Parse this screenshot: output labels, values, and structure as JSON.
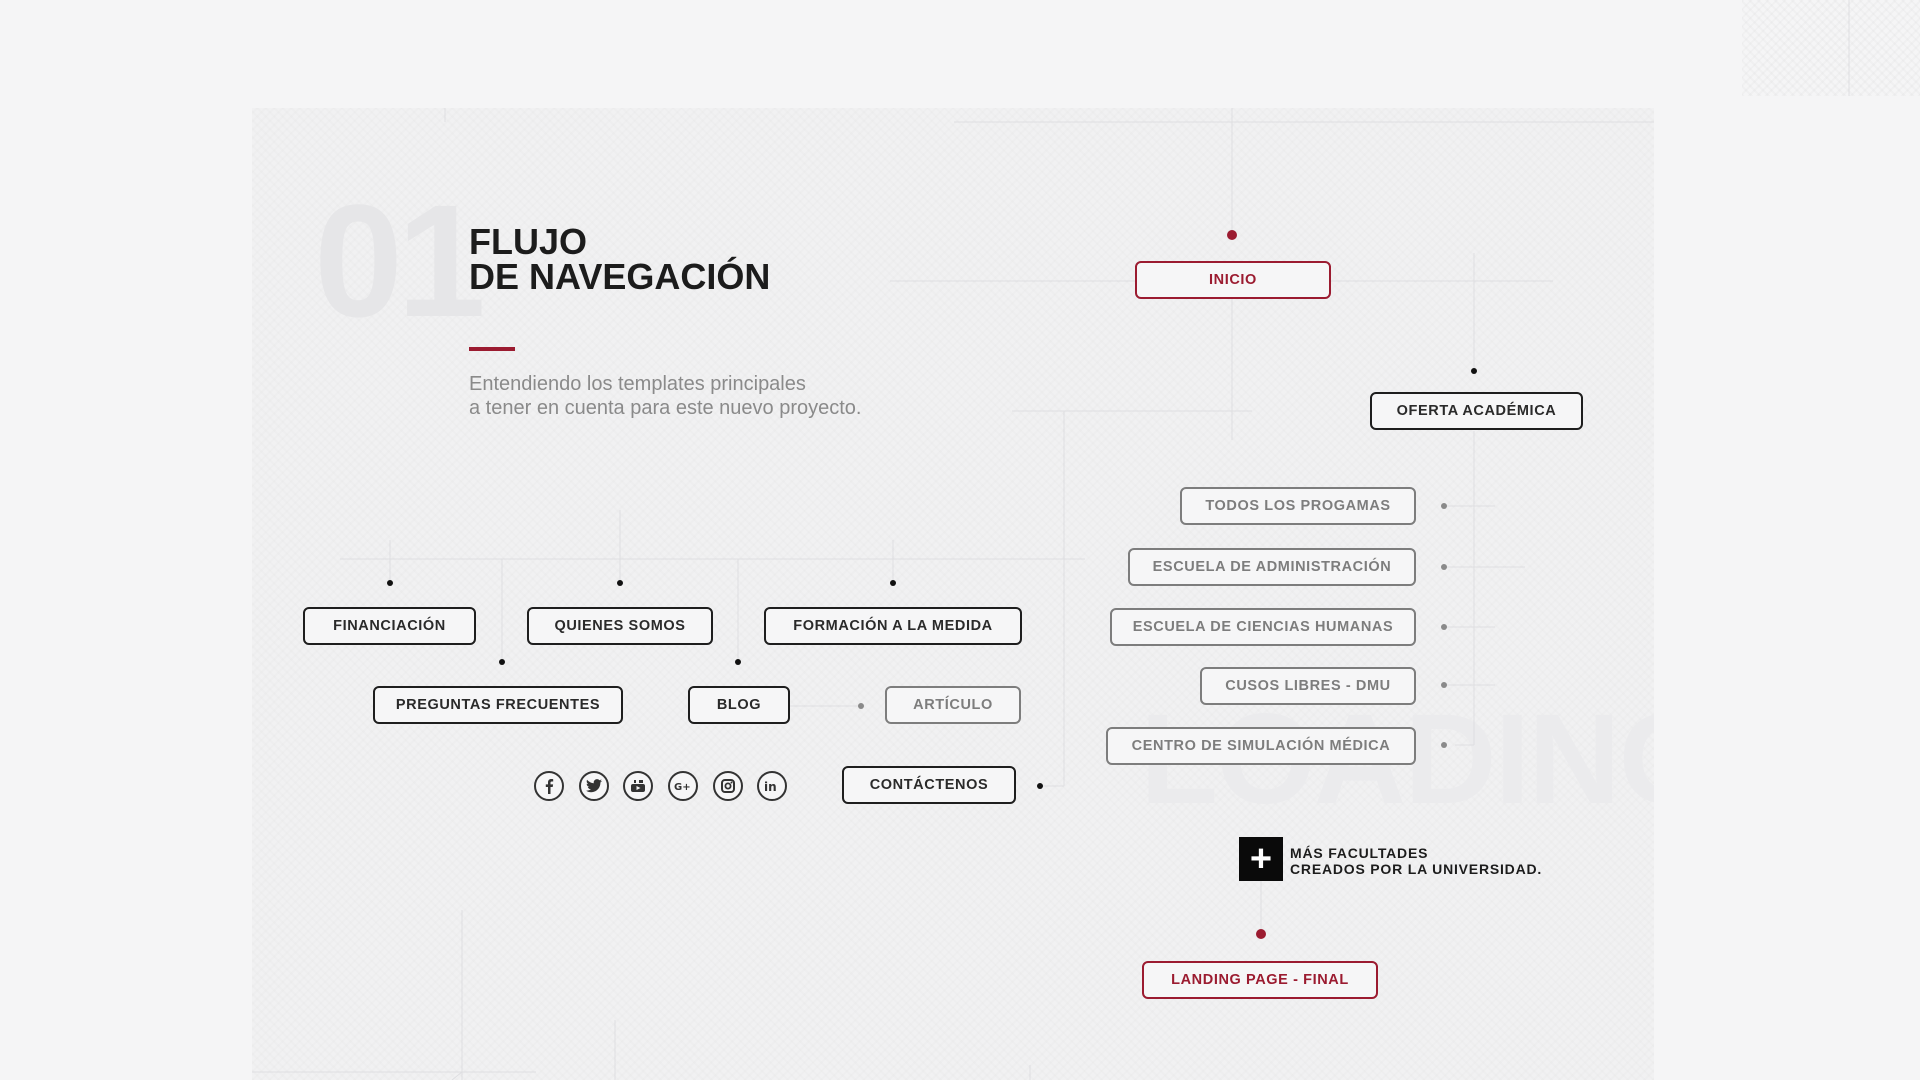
{
  "header": {
    "number": "01",
    "title_line1": "FLUJO",
    "title_line2": "DE NAVEGACIÓN",
    "subtitle_line1": "Entendiendo los templates principales",
    "subtitle_line2": "a tener en cuenta para este nuevo proyecto."
  },
  "nodes": {
    "inicio": "INICIO",
    "oferta": "OFERTA ACADÉMICA",
    "todos": "TODOS LOS PROGAMAS",
    "administracion": "ESCUELA DE ADMINISTRACIÓN",
    "ciencias": "ESCUELA DE CIENCIAS HUMANAS",
    "cursos": "CUSOS LIBRES - DMU",
    "simulacion": "CENTRO DE SIMULACIÓN MÉDICA",
    "financiacion": "FINANCIACIÓN",
    "quienes": "QUIENES SOMOS",
    "formacion": "FORMACIÓN A LA MEDIDA",
    "preguntas": "PREGUNTAS FRECUENTES",
    "blog": "BLOG",
    "articulo": "ARTÍCULO",
    "contactenos": "CONTÁCTENOS",
    "landing": "LANDING PAGE - FINAL"
  },
  "more": {
    "line1": "MÁS FACULTADES",
    "line2": "CREADOS POR LA UNIVERSIDAD."
  },
  "social_icons": [
    "facebook-icon",
    "twitter-icon",
    "youtube-icon",
    "google-plus-icon",
    "instagram-icon",
    "linkedin-icon"
  ],
  "watermark": "LOADING",
  "colors": {
    "accent": "#9b1b30",
    "dark": "#1e1e1e",
    "muted": "#7d7d7d",
    "background": "#f1f1f2"
  }
}
